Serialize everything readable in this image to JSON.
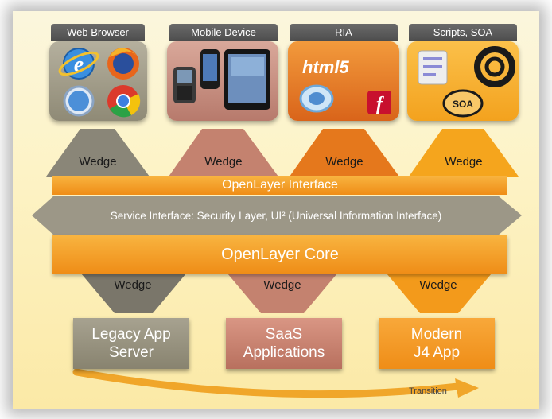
{
  "clients": [
    {
      "label": "Web Browser"
    },
    {
      "label": "Mobile Device"
    },
    {
      "label": "RIA",
      "logo_text": "html5"
    },
    {
      "label": "Scripts, SOA",
      "logo_text": "SOA"
    }
  ],
  "top_wedges": [
    "Wedge",
    "Wedge",
    "Wedge",
    "Wedge"
  ],
  "interface_label": "OpenLayer Interface",
  "service_interface_label": "Service Interface: Security Layer, UI² (Universal Information Interface)",
  "core_label": "OpenLayer Core",
  "bottom_wedges": [
    "Wedge",
    "Wedge",
    "Wedge"
  ],
  "backends": [
    {
      "line1": "Legacy App",
      "line2": "Server"
    },
    {
      "line1": "SaaS",
      "line2": "Applications"
    },
    {
      "line1": "Modern",
      "line2": "J4 App"
    }
  ],
  "transition_label": "Transition",
  "colors": {
    "gray": "#8a8678",
    "rose": "#c4826f",
    "orange": "#e5781c",
    "amber": "#f5a51d",
    "bar_orange": "#f39a1b",
    "service_gray": "#9c9787"
  }
}
